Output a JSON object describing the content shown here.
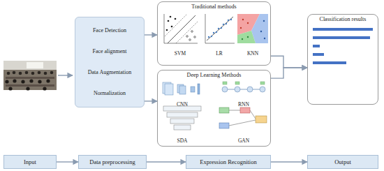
{
  "diagram": {
    "nodes": [
      {
        "text": [
          "Face Detection",
          "Face alignment",
          "Data Augmentation",
          "Normalization"
        ]
      },
      {
        "text": [
          "Traditional methods"
        ]
      },
      {
        "text": [
          "Deep Learning Methods"
        ]
      },
      {
        "text": [
          "Classification results"
        ]
      },
      {
        "text": [
          "Input"
        ]
      },
      {
        "text": [
          "Data preprocessing"
        ]
      },
      {
        "text": [
          "Expression Recognition"
        ]
      },
      {
        "text": [
          "Output"
        ]
      }
    ],
    "edges": [
      {
        "from": 0,
        "to": 1,
        "arrow": "to"
      },
      {
        "from": 0,
        "to": 2,
        "arrow": "to"
      },
      {
        "from": 1,
        "to": 3,
        "arrow": "to"
      },
      {
        "from": 2,
        "to": 3,
        "arrow": "to"
      },
      {
        "from": 4,
        "to": 5,
        "arrow": "to"
      },
      {
        "from": 5,
        "to": 6,
        "arrow": "to"
      },
      {
        "from": 6,
        "to": 7,
        "arrow": "to"
      }
    ],
    "labels": [
      "SVM",
      "LR",
      "KNN",
      "CNN",
      "RNN",
      "SDA",
      "GAN"
    ]
  }
}
